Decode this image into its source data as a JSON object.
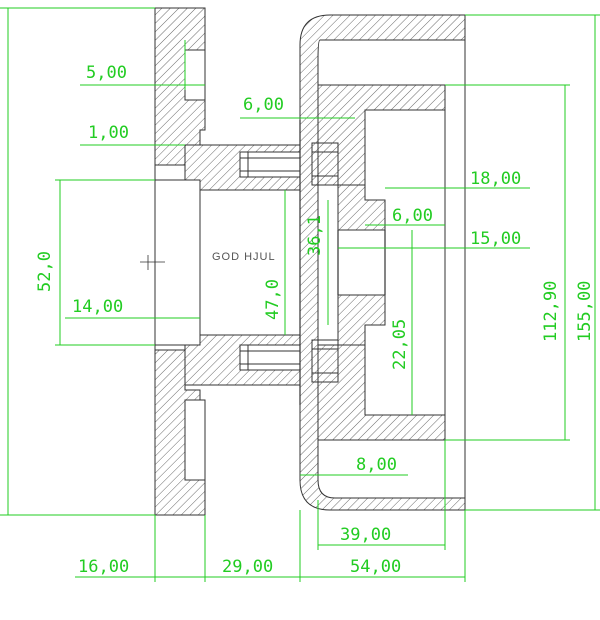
{
  "label": "GOD HJUL",
  "dims": {
    "d_5": "5,00",
    "d_1": "1,00",
    "d_6a": "6,00",
    "d_18": "18,00",
    "d_6b": "6,00",
    "d_15": "15,00",
    "d_36": "36,1",
    "d_52": "52,0",
    "d_14": "14,00",
    "d_47": "47,0",
    "d_22": "22,05",
    "d_112": "112,90",
    "d_155": "155,00",
    "d_8": "8,00",
    "d_39": "39,00",
    "d_16": "16,00",
    "d_29": "29,00",
    "d_54": "54,00"
  },
  "colors": {
    "dimension": "#22cc22",
    "outline": "#333333"
  }
}
